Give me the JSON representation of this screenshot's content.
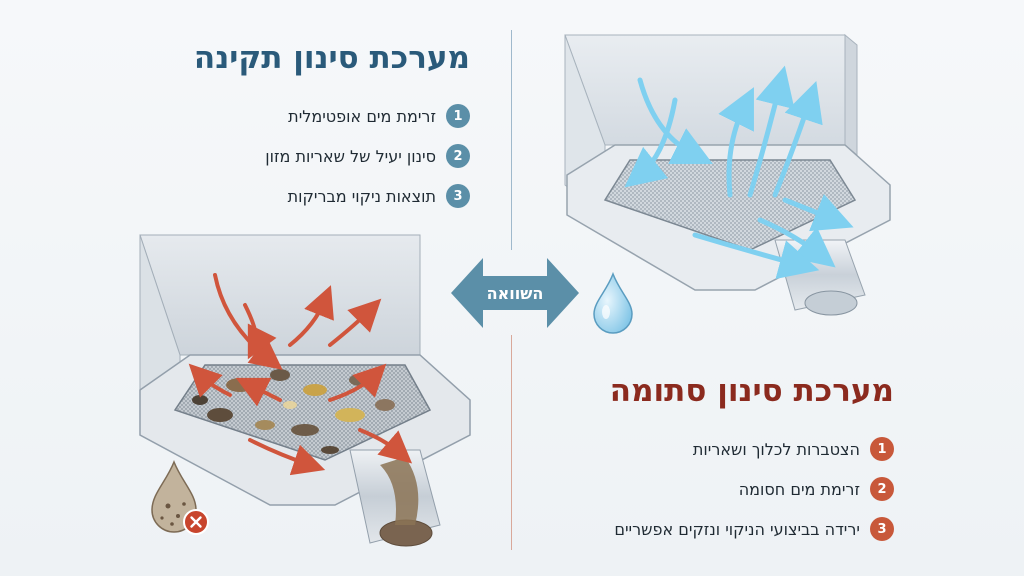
{
  "compare_label": "השוואה",
  "good": {
    "title": "מערכת סינון תקינה",
    "items": [
      {
        "num": "1",
        "text": "זרימת מים אופטימלית"
      },
      {
        "num": "2",
        "text": "סינון יעיל של שאריות מזון"
      },
      {
        "num": "3",
        "text": "תוצאות ניקוי מבריקות"
      }
    ]
  },
  "bad": {
    "title": "מערכת סינון סתומה",
    "items": [
      {
        "num": "1",
        "text": "הצטברות לכלוך ושאריות"
      },
      {
        "num": "2",
        "text": "זרימת מים חסומה"
      },
      {
        "num": "3",
        "text": "ירידה בביצועי הניקוי ונזקים אפשריים"
      }
    ]
  },
  "icons": {
    "clean_drop": "water-drop-icon",
    "dirty_drop": "dirty-drop-icon",
    "error_badge": "x-error-icon"
  },
  "colors": {
    "good_title": "#2a5a7a",
    "good_badge": "#5b8fa8",
    "bad_title": "#8b2a1e",
    "bad_badge": "#c8583a",
    "flow_arrow": "#7fd0f0",
    "blocked_arrow": "#d0553c",
    "compare_arrow": "#5b8fa8"
  }
}
